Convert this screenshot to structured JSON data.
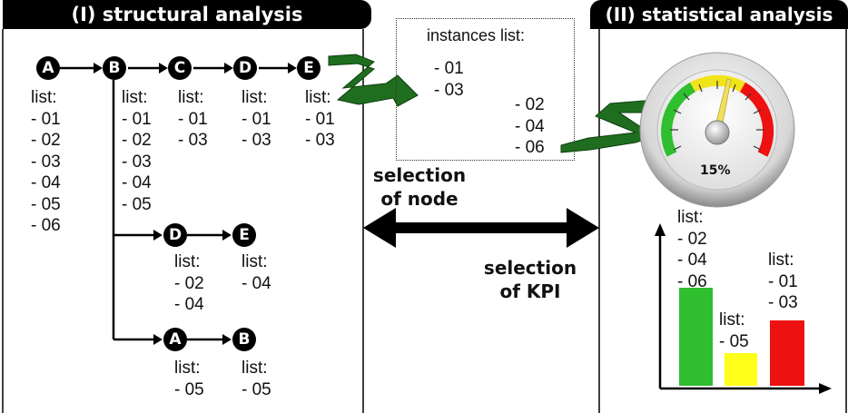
{
  "structural": {
    "title": "(I) structural analysis",
    "row1_nodes": [
      "A",
      "B",
      "C",
      "D",
      "E"
    ],
    "row1_lists": [
      "list:\n- 01\n- 02\n- 03\n- 04\n- 05\n- 06",
      "list:\n- 01\n- 02\n- 03\n- 04\n- 05",
      "list:\n- 01\n- 03",
      "list:\n- 01\n- 03",
      "list:\n- 01\n- 03"
    ],
    "row2_nodes": [
      "D",
      "E"
    ],
    "row2_lists": [
      "list:\n- 02\n- 04",
      "list:\n- 04"
    ],
    "row3_nodes": [
      "A",
      "B"
    ],
    "row3_lists": [
      "list:\n- 05",
      "list:\n- 05"
    ]
  },
  "instances": {
    "title": "instances list:",
    "left_items": "- 01\n- 03",
    "right_items": "- 02\n- 04\n- 06"
  },
  "middle": {
    "selection_node": "selection\nof node",
    "selection_kpi": "selection\nof KPI"
  },
  "statistical": {
    "title": "(II) statistical analysis",
    "gauge_value_label": "15%",
    "bar_labels": [
      "list:\n- 02\n- 04\n- 06",
      "list:\n- 05",
      "list:\n- 01\n- 03"
    ]
  },
  "chart_data": {
    "type": "bar",
    "categories": [
      "list: - 02 - 04 - 06",
      "list: - 05",
      "list: - 01 - 03"
    ],
    "values": [
      3,
      1,
      2
    ],
    "colors": [
      "#2fbf2f",
      "#ffff1a",
      "#ee1111"
    ]
  },
  "colors": {
    "green_arrow": "#1f6e1f",
    "bar_green": "#2fbf2f",
    "bar_yellow": "#ffff1a",
    "bar_red": "#ee1111"
  }
}
